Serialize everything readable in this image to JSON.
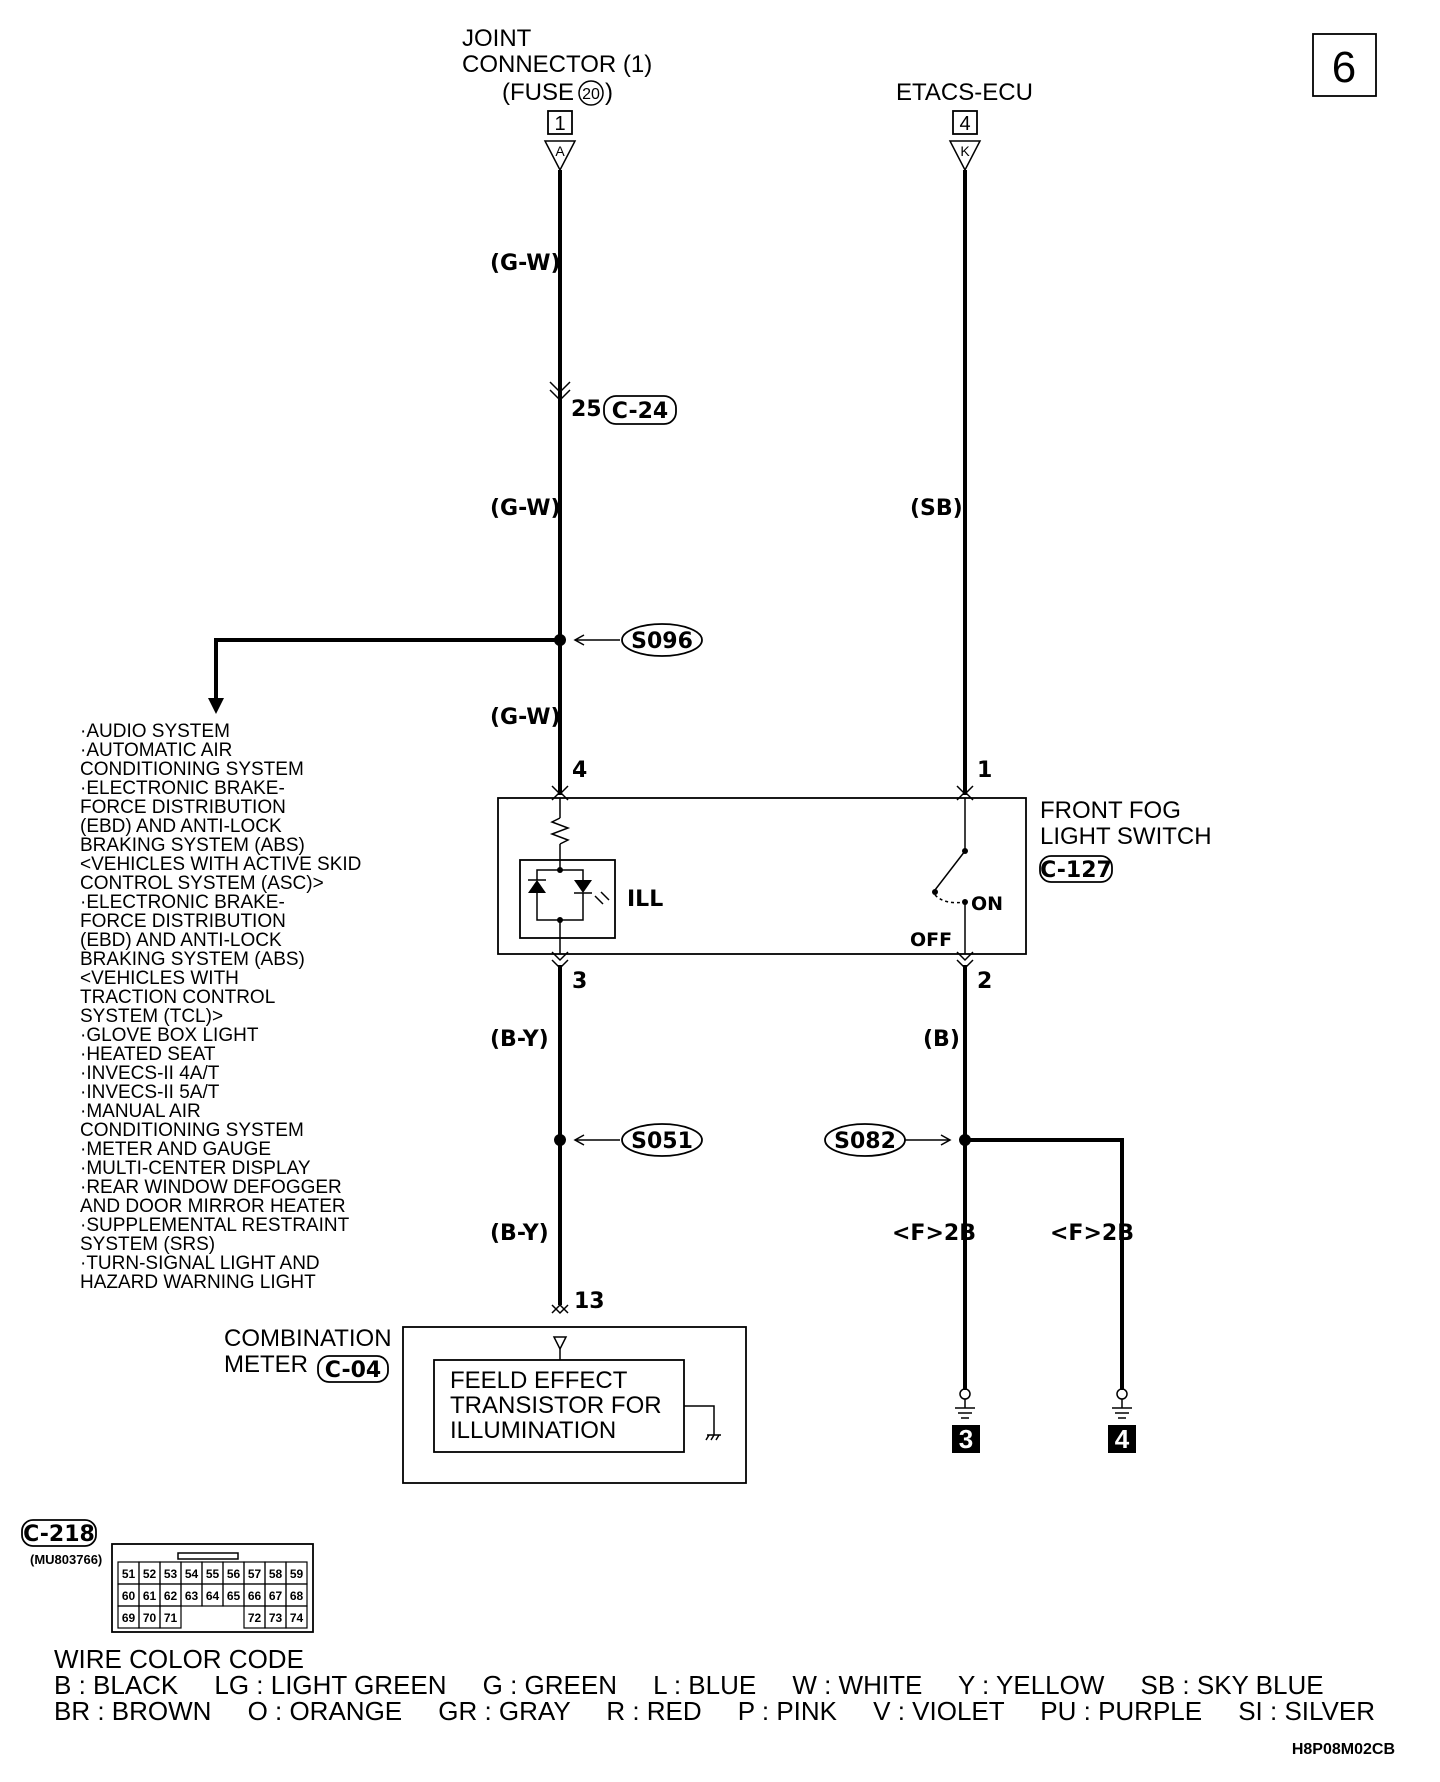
{
  "page_number": "6",
  "top_left_connector": {
    "title_line1": "JOINT",
    "title_line2": "CONNECTOR (1)",
    "fuse_prefix": "(FUSE",
    "fuse_number": "20",
    "fuse_suffix": ")",
    "page_ref": "1",
    "terminal": "A"
  },
  "top_right_connector": {
    "title": "ETACS-ECU",
    "page_ref": "4",
    "terminal": "K"
  },
  "wires": {
    "gw_1": "(G-W)",
    "gw_2": "(G-W)",
    "gw_3": "(G-W)",
    "sb": "(SB)",
    "by_1": "(B-Y)",
    "by_2": "(B-Y)",
    "b": "(B)",
    "f2b_left": "<F>2B",
    "f2b_right": "<F>2B"
  },
  "connector_c24": {
    "pin": "25",
    "id": "C-24"
  },
  "splices": {
    "s096": "S096",
    "s051": "S051",
    "s082": "S082"
  },
  "branch_list": [
    "·AUDIO SYSTEM",
    "·AUTOMATIC AIR",
    " CONDITIONING SYSTEM",
    "·ELECTRONIC BRAKE-",
    " FORCE DISTRIBUTION",
    " (EBD) AND ANTI-LOCK",
    " BRAKING SYSTEM (ABS)",
    " <VEHICLES WITH ACTIVE SKID",
    " CONTROL SYSTEM (ASC)>",
    "·ELECTRONIC BRAKE-",
    " FORCE DISTRIBUTION",
    " (EBD) AND ANTI-LOCK",
    " BRAKING SYSTEM (ABS)",
    " <VEHICLES WITH",
    " TRACTION CONTROL",
    " SYSTEM (TCL)>",
    "·GLOVE BOX LIGHT",
    "·HEATED SEAT",
    "·INVECS-II 4A/T",
    "·INVECS-II 5A/T",
    "·MANUAL AIR",
    " CONDITIONING SYSTEM",
    "·METER AND GAUGE",
    "·MULTI-CENTER DISPLAY",
    "·REAR WINDOW DEFOGGER",
    " AND DOOR MIRROR HEATER",
    "·SUPPLEMENTAL RESTRAINT",
    " SYSTEM (SRS)",
    "·TURN-SIGNAL LIGHT AND",
    " HAZARD WARNING LIGHT"
  ],
  "switch": {
    "title_line1": "FRONT FOG",
    "title_line2": "LIGHT SWITCH",
    "id": "C-127",
    "ill_label": "ILL",
    "on_label": "ON",
    "off_label": "OFF",
    "pin_top_left": "4",
    "pin_top_right": "1",
    "pin_bottom_left": "3",
    "pin_bottom_right": "2"
  },
  "meter": {
    "title_line1": "COMBINATION",
    "title_line2": "METER",
    "id": "C-04",
    "pin": "13",
    "inner_line1": "FEELD EFFECT",
    "inner_line2": "TRANSISTOR FOR",
    "inner_line3": "ILLUMINATION"
  },
  "grounds": {
    "left": "3",
    "right": "4"
  },
  "connector_c218": {
    "id": "C-218",
    "part": "(MU803766)",
    "row1": [
      "51",
      "52",
      "53",
      "54",
      "55",
      "56",
      "57",
      "58",
      "59"
    ],
    "row2": [
      "60",
      "61",
      "62",
      "63",
      "64",
      "65",
      "66",
      "67",
      "68"
    ],
    "row3": [
      "69",
      "70",
      "71",
      "",
      "",
      "",
      "72",
      "73",
      "74"
    ]
  },
  "wire_color_code": {
    "title": "WIRE COLOR CODE",
    "line1": "B : BLACK     LG : LIGHT GREEN     G : GREEN     L : BLUE     W : WHITE     Y : YELLOW     SB : SKY BLUE",
    "line2": "BR : BROWN     O : ORANGE     GR : GRAY     R : RED     P : PINK     V : VIOLET     PU : PURPLE     SI : SILVER"
  },
  "diagram_code": "H8P08M02CB"
}
